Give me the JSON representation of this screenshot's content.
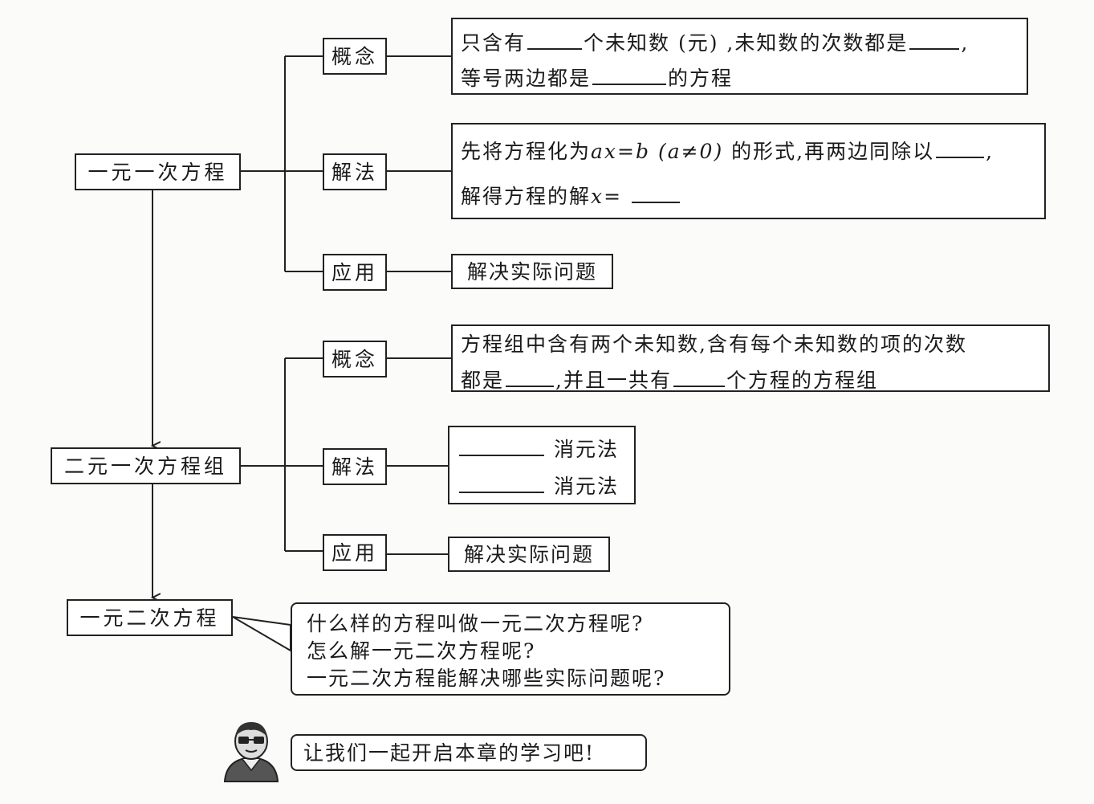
{
  "linear_equation": {
    "title": "一元一次方程",
    "concept": {
      "label": "概念",
      "line1_a": "只含有",
      "line1_b": "个未知数 (元) ,未知数的次数都是",
      "line1_c": ",",
      "line2_a": "等号两边都是",
      "line2_b": "的方程"
    },
    "method": {
      "label": "解法",
      "line1_a": "先将方程化为",
      "line1_math": "ax=b",
      "line1_cond": "(a≠0)",
      "line1_b": "的形式,再两边同除以",
      "line1_c": ",",
      "line2_a": "解得方程的解",
      "line2_math": "x=",
      "line2_b": ""
    },
    "application": {
      "label": "应用",
      "text": "解决实际问题"
    }
  },
  "linear_system": {
    "title": "二元一次方程组",
    "concept": {
      "label": "概念",
      "line1": "方程组中含有两个未知数,含有每个未知数的项的次数",
      "line2_a": "都是",
      "line2_b": ",并且一共有",
      "line2_c": "个方程的方程组"
    },
    "method": {
      "label": "解法",
      "line1": "消元法",
      "line2": "消元法"
    },
    "application": {
      "label": "应用",
      "text": "解决实际问题"
    }
  },
  "quadratic": {
    "title": "一元二次方程",
    "questions": [
      "什么样的方程叫做一元二次方程呢?",
      "怎么解一元二次方程呢?",
      "一元二次方程能解决哪些实际问题呢?"
    ]
  },
  "footer": {
    "speech": "让我们一起开启本章的学习吧!",
    "avatar_icon": "student-reading-icon"
  }
}
